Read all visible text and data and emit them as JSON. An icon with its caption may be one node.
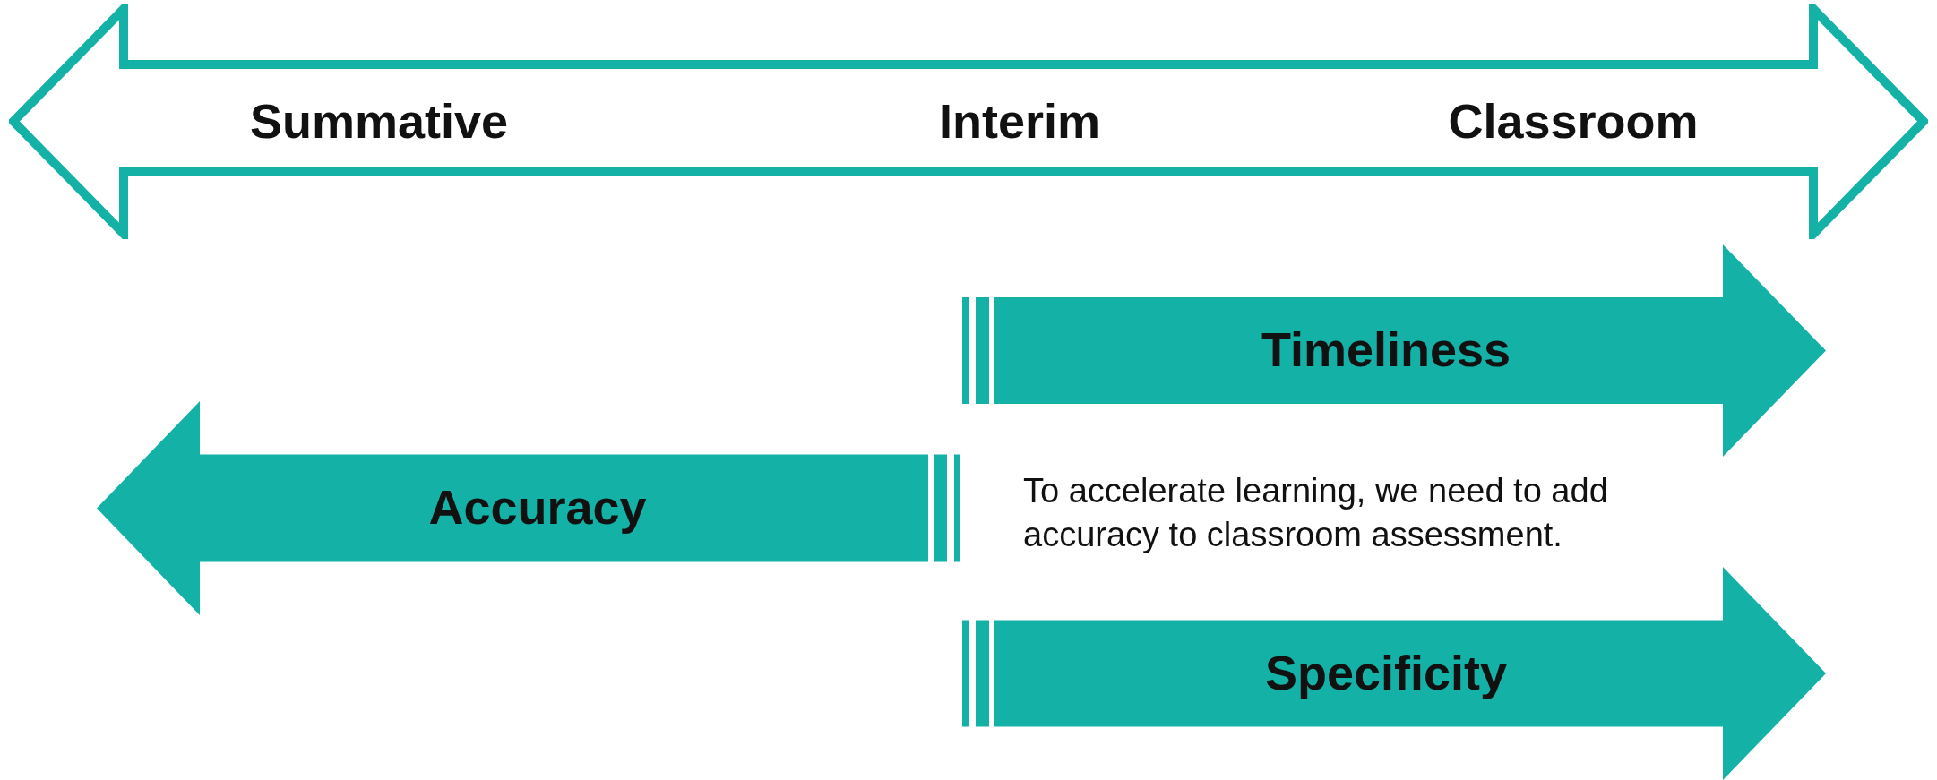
{
  "diagram": {
    "nodes": [
      {
        "text": [
          "Summative",
          "Interim",
          "Classroom"
        ]
      },
      {
        "text": [
          "Timeliness"
        ]
      },
      {
        "text": [
          "Accuracy"
        ]
      },
      {
        "text": [
          "Specificity"
        ]
      }
    ],
    "labels": [
      "To accelerate learning, we need to add accuracy to classroom assessment."
    ]
  }
}
